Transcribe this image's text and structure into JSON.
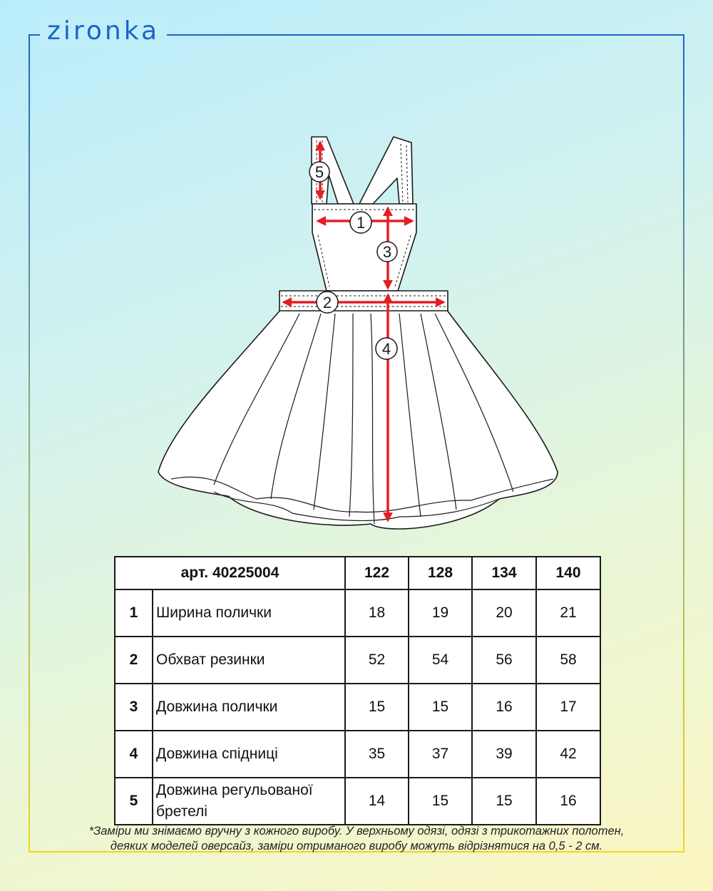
{
  "brand": {
    "logo_text": "zironka"
  },
  "diagram": {
    "markers": [
      "1",
      "2",
      "3",
      "4",
      "5"
    ]
  },
  "table": {
    "article": "арт. 40225004",
    "sizes": [
      "122",
      "128",
      "134",
      "140"
    ],
    "rows": [
      {
        "num": "1",
        "name": "Ширина полички",
        "values": [
          "18",
          "19",
          "20",
          "21"
        ]
      },
      {
        "num": "2",
        "name": "Обхват резинки",
        "values": [
          "52",
          "54",
          "56",
          "58"
        ]
      },
      {
        "num": "3",
        "name": "Довжина полички",
        "values": [
          "15",
          "15",
          "16",
          "17"
        ]
      },
      {
        "num": "4",
        "name": "Довжина спідниці",
        "values": [
          "35",
          "37",
          "39",
          "42"
        ]
      },
      {
        "num": "5",
        "name": "Довжина регульованої бретелі",
        "values": [
          "14",
          "15",
          "15",
          "16"
        ]
      }
    ]
  },
  "footnote": {
    "line1": "*Заміри ми знімаємо вручну з кожного виробу. У верхньому одязі, одязі з трикотажних полотен,",
    "line2": "деяких моделей оверсайз, заміри отриманого виробу можуть відрізнятися на 0,5 - 2 см."
  },
  "colors": {
    "brand_blue": "#1d63c8",
    "arrow_red": "#e31e24",
    "frame_yellow": "#f2d21a"
  }
}
